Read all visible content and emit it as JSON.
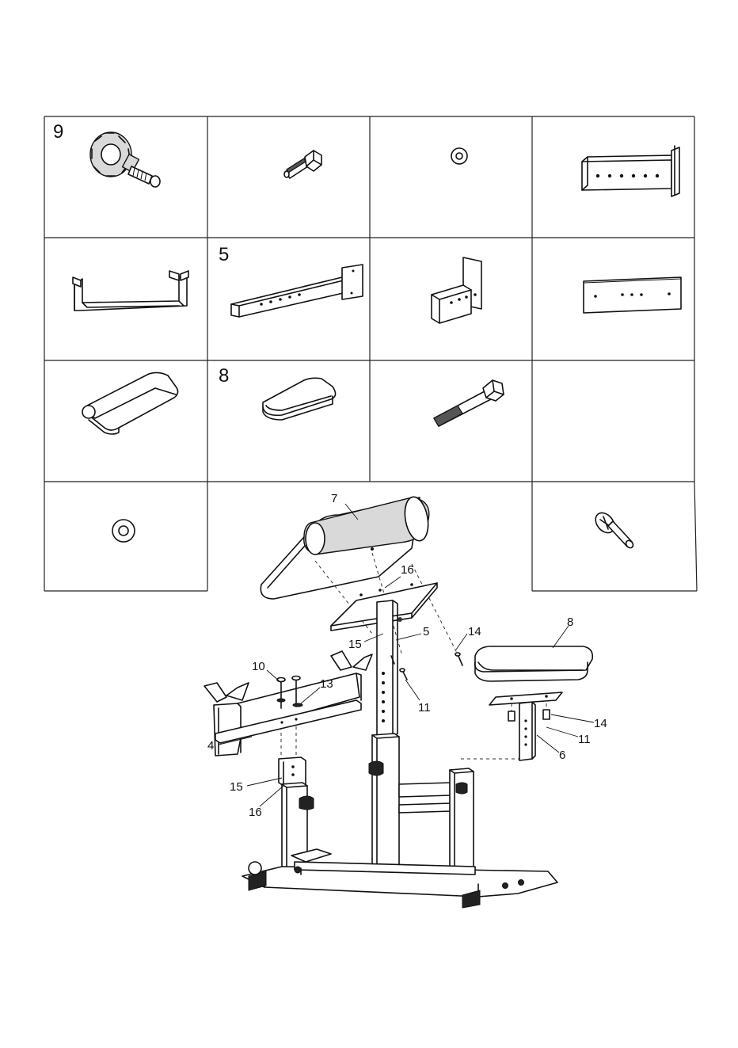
{
  "parts_grid": {
    "rows": 4,
    "cols": 4,
    "cells": [
      {
        "id": "9",
        "label": "9",
        "part": "adjustment-knob",
        "icon": "knob-icon"
      },
      {
        "id": "hex-bolt-short",
        "label": "",
        "part": "hex-bolt",
        "icon": "bolt-icon"
      },
      {
        "id": "washer-small",
        "label": "",
        "part": "washer",
        "icon": "washer-icon"
      },
      {
        "id": "post-with-plate",
        "label": "",
        "part": "tube-post",
        "icon": "tube-icon"
      },
      {
        "id": "arm-support-frame",
        "label": "",
        "part": "frame",
        "icon": "frame-icon"
      },
      {
        "id": "5",
        "label": "5",
        "part": "pad-support-arm",
        "icon": "arm-icon"
      },
      {
        "id": "bracket-tube",
        "label": "",
        "part": "bracket",
        "icon": "bracket-icon"
      },
      {
        "id": "flat-plate",
        "label": "",
        "part": "plate",
        "icon": "plate-icon"
      },
      {
        "id": "arm-pad",
        "label": "",
        "part": "arm-pad",
        "icon": "pad-icon"
      },
      {
        "id": "8",
        "label": "8",
        "part": "seat",
        "icon": "seat-icon"
      },
      {
        "id": "hex-bolt-long",
        "label": "",
        "part": "long-bolt",
        "icon": "bolt-icon"
      },
      {
        "id": "empty",
        "label": "",
        "part": "",
        "icon": ""
      },
      {
        "id": "washer-large",
        "label": "",
        "part": "washer",
        "icon": "washer-icon"
      },
      {
        "id": "flat-screw",
        "label": "",
        "part": "flat-head-screw",
        "icon": "screw-icon"
      }
    ]
  },
  "assembly": {
    "callouts": [
      {
        "id": "c7",
        "text": "7"
      },
      {
        "id": "c16a",
        "text": "16"
      },
      {
        "id": "c5",
        "text": "5"
      },
      {
        "id": "c14a",
        "text": "14"
      },
      {
        "id": "c15a",
        "text": "15"
      },
      {
        "id": "c8",
        "text": "8"
      },
      {
        "id": "c10",
        "text": "10"
      },
      {
        "id": "c13",
        "text": "13"
      },
      {
        "id": "c11a",
        "text": "11"
      },
      {
        "id": "c14b",
        "text": "14"
      },
      {
        "id": "c4",
        "text": "4"
      },
      {
        "id": "c11b",
        "text": "11"
      },
      {
        "id": "c6",
        "text": "6"
      },
      {
        "id": "c15b",
        "text": "15"
      },
      {
        "id": "c16b",
        "text": "16"
      }
    ]
  },
  "colors": {
    "line": "#111111",
    "background": "#ffffff",
    "shade": "#d9d9d9"
  }
}
